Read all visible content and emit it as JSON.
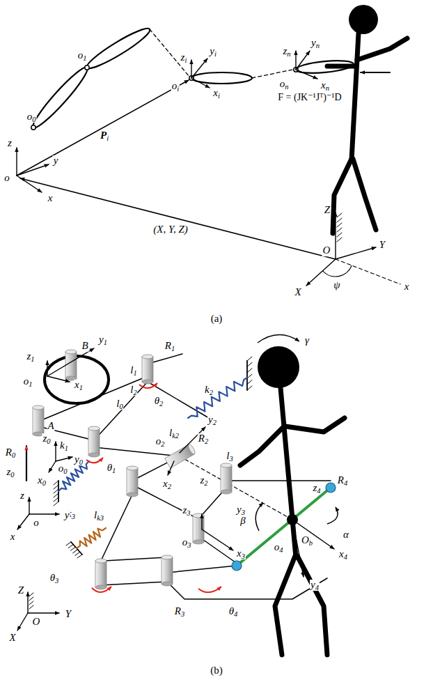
{
  "diagram": {
    "labels": [
      "o0",
      "o1",
      "zi",
      "yi",
      "oi",
      "xi",
      "yn",
      "zn",
      "on",
      "xn",
      "F = (JK⁻¹Jᵀ)⁻¹D",
      "Pi",
      "z",
      "y",
      "o",
      "x",
      "(X, Y, Z)",
      "Z",
      "Y",
      "O",
      "X",
      "ψ",
      "x",
      "(a)",
      "y1",
      "z1",
      "R1",
      "B",
      "l1",
      "o1",
      "x1",
      "θ2",
      "l2",
      "l0",
      "k1",
      "A",
      "θ1",
      "R0",
      "z0",
      "z0",
      "o0",
      "y0",
      "x0",
      "k2",
      "lk2",
      "y2",
      "R2",
      "o2",
      "x2",
      "l3",
      "z2",
      "z3",
      "o3",
      "y3",
      "x3",
      "γ",
      "β",
      "R4",
      "z4",
      "α",
      "o4",
      "Ob",
      "x4",
      "y4",
      "k3",
      "lk3",
      "θ3",
      "θ4",
      "R3",
      "z",
      "o",
      "x",
      "y",
      "Z",
      "O",
      "X",
      "Y",
      "(b)"
    ]
  }
}
